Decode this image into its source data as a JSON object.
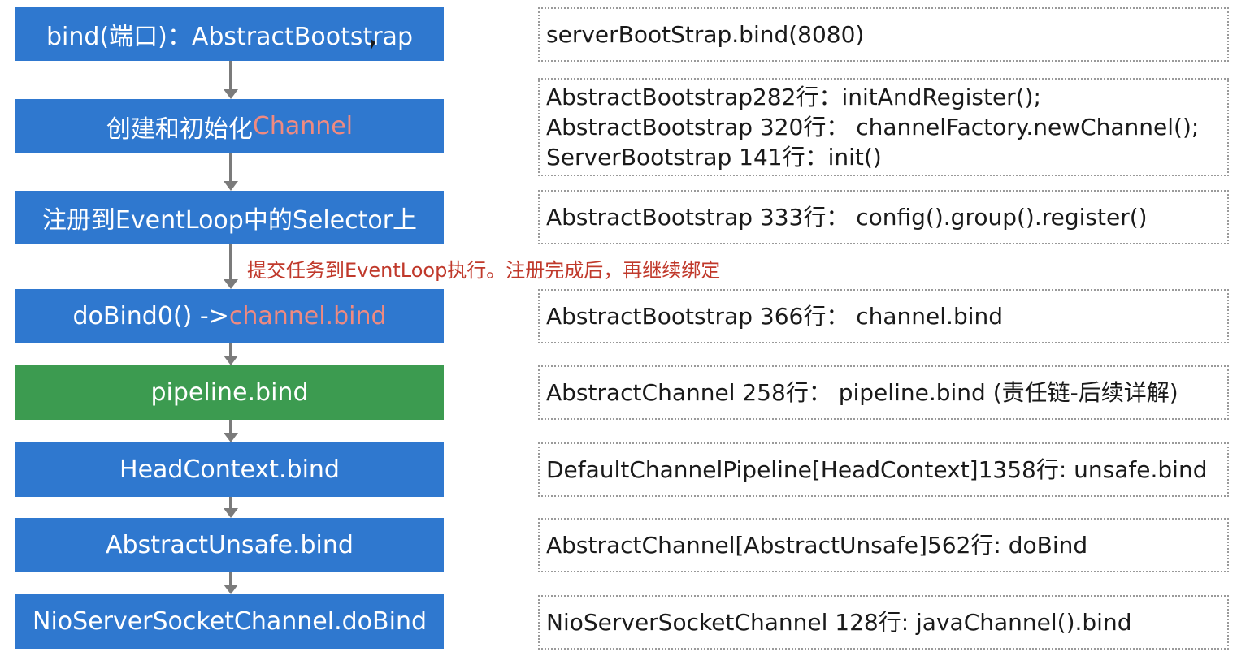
{
  "steps": [
    {
      "text": "bind(端口)：AbstractBootstrap",
      "highlight": ""
    },
    {
      "text": "创建和初始化",
      "highlight": "Channel"
    },
    {
      "text": "注册到EventLoop中的Selector上",
      "highlight": ""
    },
    {
      "text": "doBind0() -> ",
      "highlight": "channel.bind"
    },
    {
      "text": "pipeline.bind",
      "highlight": ""
    },
    {
      "text": "HeadContext.bind",
      "highlight": ""
    },
    {
      "text": "AbstractUnsafe.bind",
      "highlight": ""
    },
    {
      "text": "NioServerSocketChannel.doBind",
      "highlight": ""
    }
  ],
  "notes": [
    [
      "serverBootStrap.bind(8080)"
    ],
    [
      "AbstractBootstrap282行：initAndRegister();",
      "AbstractBootstrap 320行： channelFactory.newChannel();",
      "ServerBootstrap 141行：init()"
    ],
    [
      "AbstractBootstrap 333行： config().group().register()"
    ],
    [
      "AbstractBootstrap 366行： channel.bind"
    ],
    [
      "AbstractChannel 258行： pipeline.bind (责任链-后续详解)"
    ],
    [
      "DefaultChannelPipeline[HeadContext]1358行: unsafe.bind"
    ],
    [
      "AbstractChannel[AbstractUnsafe]562行: doBind"
    ],
    [
      "NioServerSocketChannel 128行: javaChannel().bind"
    ]
  ],
  "annotation": "提交任务到EventLoop执行。注册完成后，再继续绑定",
  "colors": {
    "step_blue": "#2f78cf",
    "step_green": "#3c9b50",
    "highlight": "#f08a80",
    "annotation": "#c0392b",
    "arrow": "#7b7b7b"
  }
}
